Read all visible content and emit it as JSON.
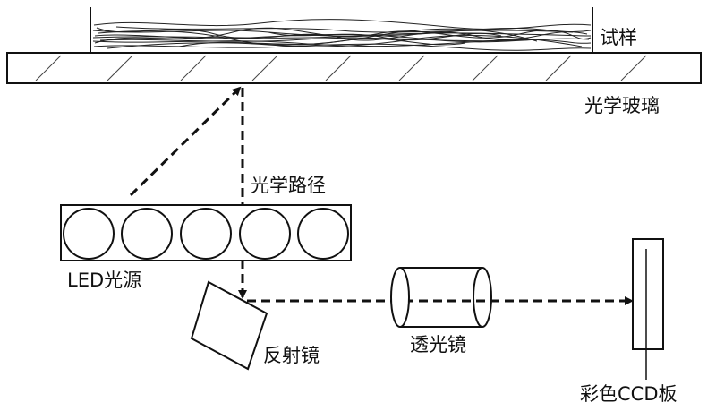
{
  "labels": {
    "specimen": "试样",
    "optical_glass": "光学玻璃",
    "optical_path": "光学路径",
    "led_source": "LED光源",
    "mirror": "反射镜",
    "lens": "透光镜",
    "ccd_board": "彩色CCD板"
  },
  "colors": {
    "stroke": "#111111",
    "background": "#ffffff"
  }
}
